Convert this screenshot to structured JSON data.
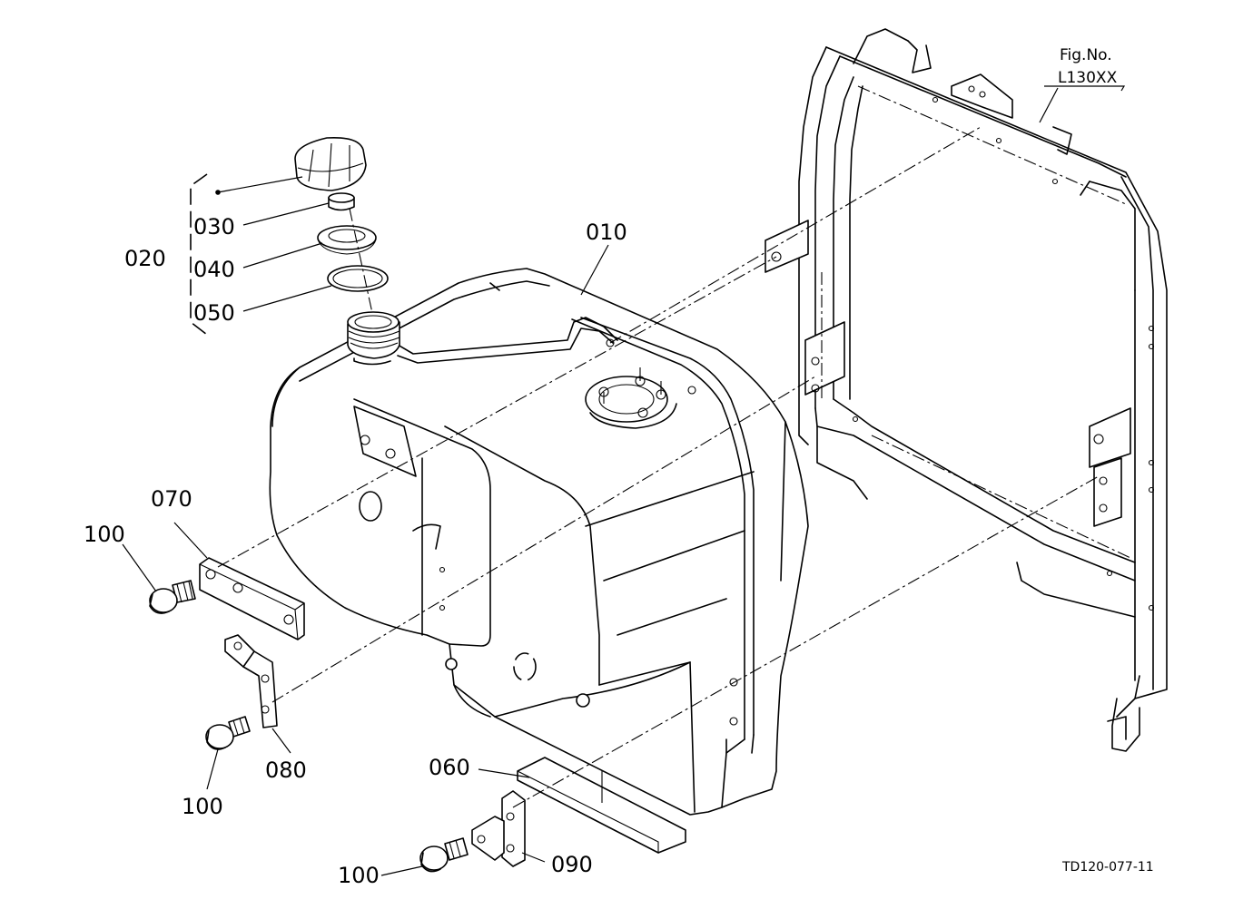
{
  "figure_ref": {
    "line1": "Fig.No.",
    "line2": "L130XX"
  },
  "drawing_id": "TD120-077-11",
  "callouts": {
    "p010": "010",
    "p020": "020",
    "p030": "030",
    "p040": "040",
    "p050": "050",
    "p060": "060",
    "p070": "070",
    "p080": "080",
    "p090": "090",
    "p100a": "100",
    "p100b": "100",
    "p100c": "100"
  }
}
